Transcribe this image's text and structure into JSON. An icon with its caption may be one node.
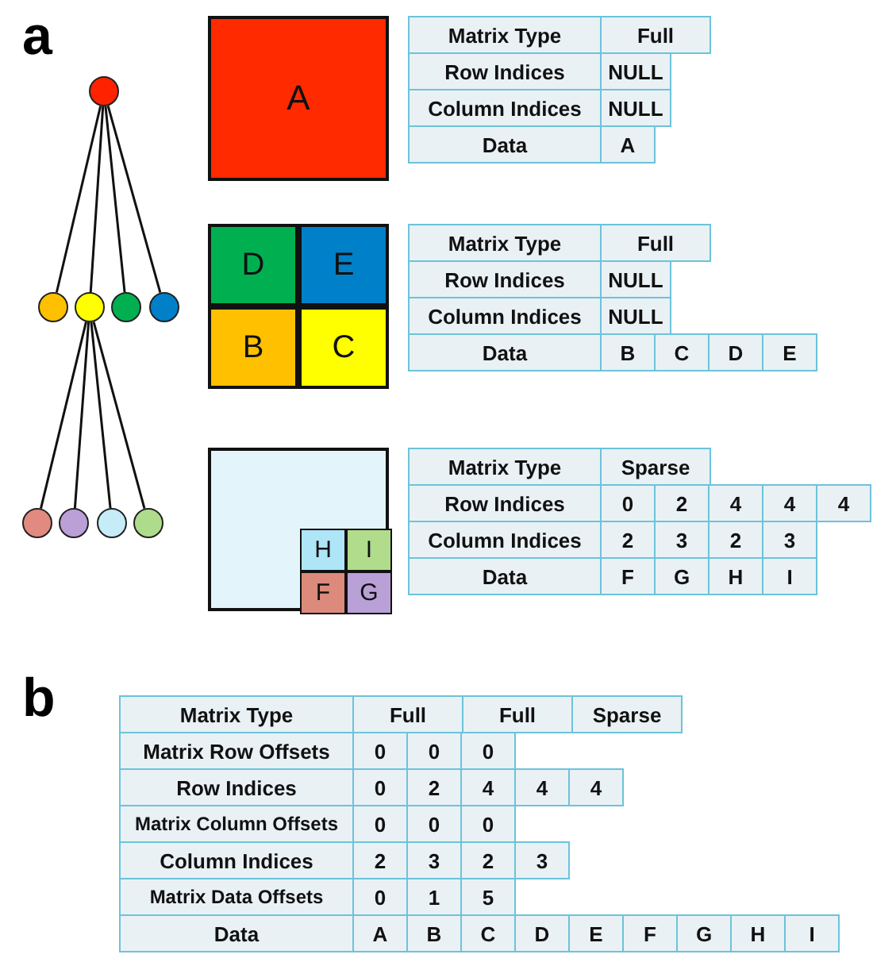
{
  "diagram": {
    "nodes": [
      {
        "text": [],
        "shape": "circle"
      },
      {
        "text": [],
        "shape": "circle"
      },
      {
        "text": [],
        "shape": "circle"
      },
      {
        "text": [],
        "shape": "circle"
      },
      {
        "text": [],
        "shape": "circle"
      },
      {
        "text": [],
        "shape": "circle"
      },
      {
        "text": [],
        "shape": "circle"
      },
      {
        "text": [],
        "shape": "circle"
      },
      {
        "text": [],
        "shape": "circle"
      },
      {
        "text": [
          "A"
        ]
      },
      {
        "text": [
          "D"
        ]
      },
      {
        "text": [
          "E"
        ]
      },
      {
        "text": [
          "B"
        ]
      },
      {
        "text": [
          "C"
        ]
      },
      {
        "text": [],
        "shape": "box"
      },
      {
        "text": [
          "H"
        ],
        "in": 14
      },
      {
        "text": [
          "I"
        ],
        "in": 14
      },
      {
        "text": [
          "F"
        ],
        "in": 14
      },
      {
        "text": [
          "G"
        ],
        "in": 14
      }
    ],
    "edges": [
      {
        "from": 0,
        "to": 1,
        "arrow": "none"
      },
      {
        "from": 0,
        "to": 2,
        "arrow": "none"
      },
      {
        "from": 0,
        "to": 3,
        "arrow": "none"
      },
      {
        "from": 0,
        "to": 4,
        "arrow": "none"
      },
      {
        "from": 2,
        "to": 5,
        "arrow": "none"
      },
      {
        "from": 2,
        "to": 6,
        "arrow": "none"
      },
      {
        "from": 2,
        "to": 7,
        "arrow": "none"
      },
      {
        "from": 2,
        "to": 8,
        "arrow": "none"
      }
    ],
    "labels": [
      "a",
      "Matrix Type",
      "Full",
      "Row Indices",
      "NULL",
      "Column Indices",
      "NULL",
      "Data",
      "A",
      "Matrix Type",
      "Full",
      "Row Indices",
      "NULL",
      "Column Indices",
      "NULL",
      "Data",
      "B",
      "C",
      "D",
      "E",
      "Matrix Type",
      "Sparse",
      "Row Indices",
      "0",
      "2",
      "4",
      "4",
      "4",
      "Column Indices",
      "2",
      "3",
      "2",
      "3",
      "Data",
      "F",
      "G",
      "H",
      "I",
      "b",
      "Matrix Type",
      "Full",
      "Full",
      "Sparse",
      "Matrix Row Offsets",
      "0",
      "0",
      "0",
      "Row Indices",
      "0",
      "2",
      "4",
      "4",
      "4",
      "Matrix Column Offsets",
      "0",
      "0",
      "0",
      "Column Indices",
      "2",
      "3",
      "2",
      "3",
      "Matrix Data Offsets",
      "0",
      "1",
      "5",
      "Data",
      "A",
      "B",
      "C",
      "D",
      "E",
      "F",
      "G",
      "H",
      "I"
    ]
  }
}
